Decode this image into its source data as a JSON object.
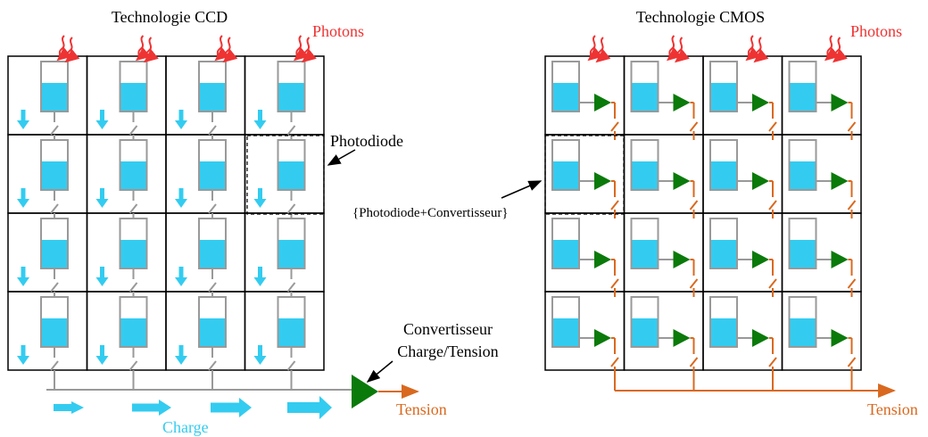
{
  "ccd": {
    "title": "Technologie CCD",
    "photons_label": "Photons",
    "photodiode_label": "Photodiode",
    "converter_label_line1": "Convertisseur",
    "converter_label_line2": "Charge/Tension",
    "output_label": "Tension",
    "charge_label": "Charge"
  },
  "cmos": {
    "title": "Technologie CMOS",
    "photons_label": "Photons",
    "pixel_label": "{Photodiode+Convertisseur}",
    "output_label": "Tension"
  },
  "colors": {
    "charge": "#33ccf0",
    "photon": "#ee3333",
    "amplifier": "#0a7a0a",
    "tension": "#d9691f",
    "grid": "#000000",
    "switch": "#999999"
  },
  "icons": [
    "photon-wave-icon",
    "amplifier-triangle-icon",
    "arrow-icon",
    "switch-icon"
  ]
}
